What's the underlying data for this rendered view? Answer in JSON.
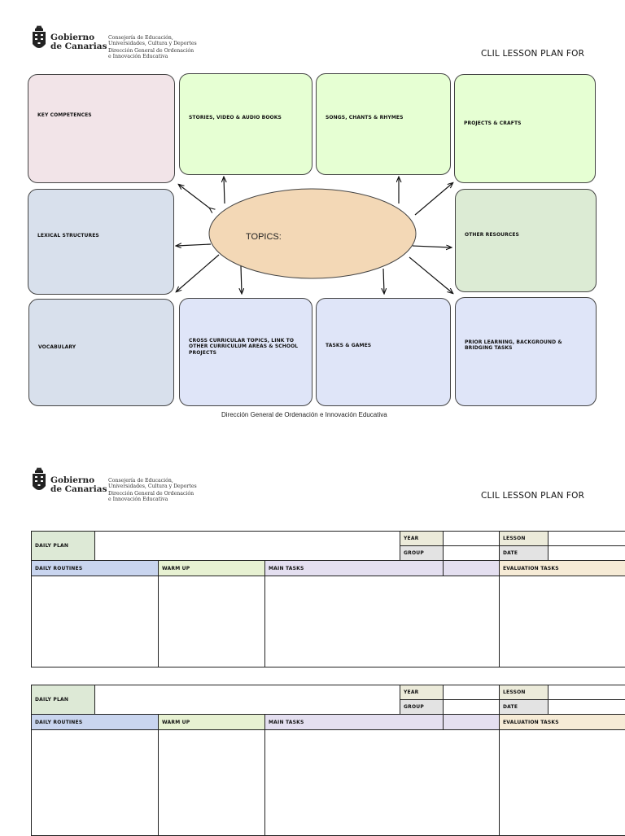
{
  "header": {
    "gov_line1": "Gobierno",
    "gov_line2": "de Canarias",
    "dept_line1": "Consejería de Educación,",
    "dept_line2": "Universidades, Cultura y Deportes",
    "dept_line3": "Dirección General de Ordenación",
    "dept_line4": "e Innovación Educativa",
    "title": "CLIL LESSON PLAN FOR"
  },
  "mindmap": {
    "center": "TOPICS:",
    "boxes": {
      "key_competences": "KEY COMPETENCES",
      "stories": "STORIES, VIDEO & AUDIO BOOKS",
      "songs": "SONGS, CHANTS & RHYMES",
      "projects": "PROJECTS & CRAFTS",
      "lexical": "LEXICAL STRUCTURES",
      "other_resources": "OTHER RESOURCES",
      "vocabulary": "VOCABULARY",
      "cross_curricular": "CROSS CURRICULAR TOPICS, LINK TO OTHER CURRICULUM AREAS & SCHOOL PROJECTS",
      "tasks_games": "TASKS & GAMES",
      "prior_learning": "PRIOR LEARNING, BACKGROUND & BRIDGING TASKS"
    },
    "footer": "Dirección General de Ordenación e Innovación Educativa"
  },
  "plan_table": {
    "daily_plan": "DAILY PLAN",
    "year": "YEAR",
    "group": "GROUP",
    "lesson": "LESSON",
    "date": "DATE",
    "daily_routines": "DAILY ROUTINES",
    "warm_up": "WARM UP",
    "main_tasks": "MAIN TASKS",
    "evaluation_tasks": "EVALUATION TASKS"
  },
  "colors": {
    "key_competences": "#f2e4e8",
    "media_boxes": "#e6ffd3",
    "other_resources": "#dcebd4",
    "structures_vocab": "#d8e0ec",
    "tasks_boxes": "#dfe5f8",
    "topics_ellipse": "#f3d8b6"
  }
}
